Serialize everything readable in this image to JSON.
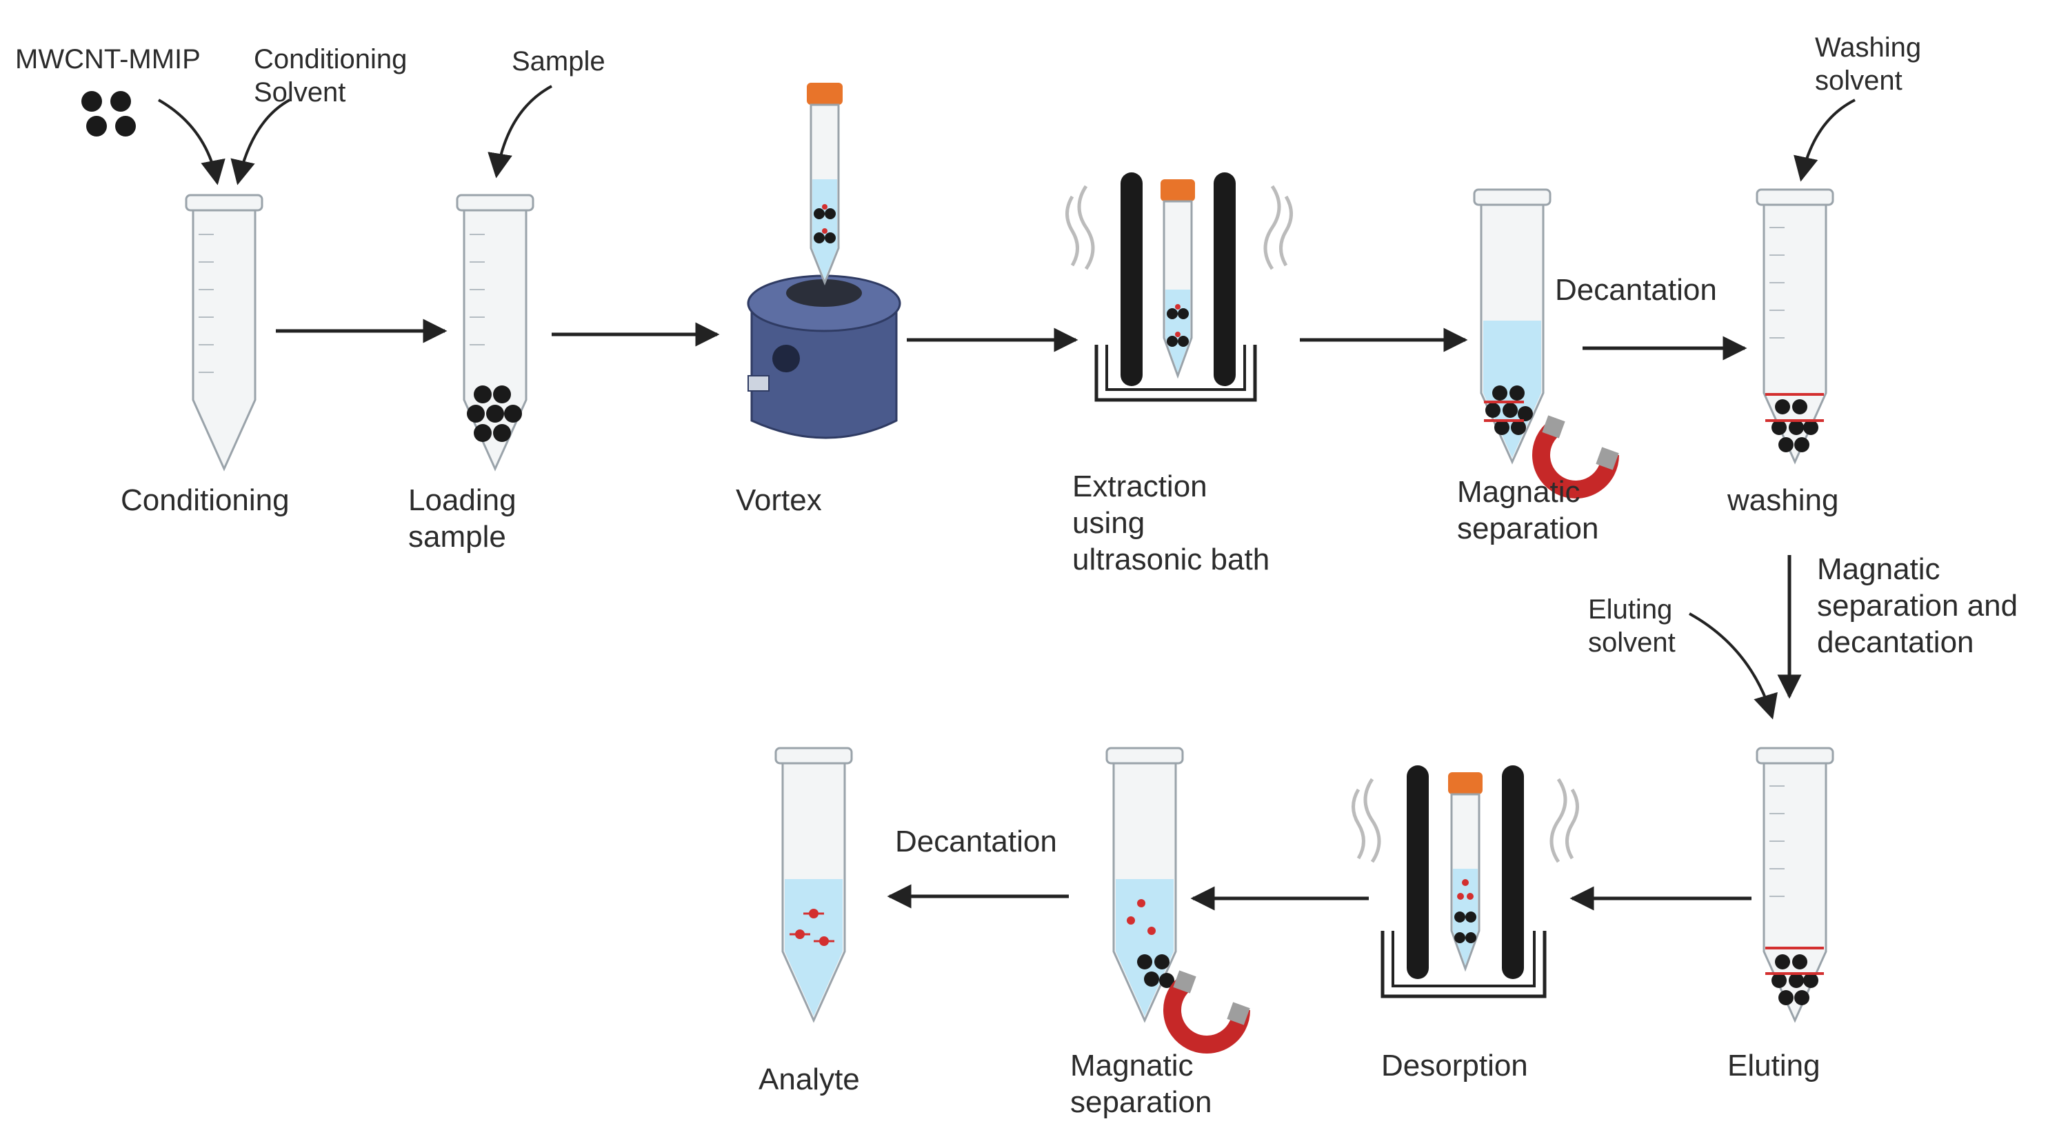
{
  "inputs": {
    "mwcnt_mmip": "MWCNT-MMIP",
    "conditioning_solvent": "Conditioning\nSolvent",
    "sample": "Sample",
    "washing_solvent": "Washing\nsolvent",
    "eluting_solvent": "Eluting\nsolvent"
  },
  "steps": {
    "conditioning": "Conditioning",
    "loading": "Loading\nsample",
    "vortex": "Vortex",
    "extraction": "Extraction\nusing\nultrasonic bath",
    "magnetic_sep_1": "Magnatic\nseparation",
    "washing": "washing",
    "eluting": "Eluting",
    "desorption": "Desorption",
    "magnetic_sep_2": "Magnatic\nseparation",
    "analyte": "Analyte"
  },
  "transitions": {
    "decantation_1": "Decantation",
    "sep_and_decant": "Magnatic\nseparation and\ndecantation",
    "decantation_2": "Decantation"
  },
  "colors": {
    "liquid": "#bfe6f7",
    "tube_outline": "#9aa3aa",
    "particle": "#1a1a1a",
    "analyte": "#d32f2f",
    "cap": "#e8742a",
    "vortex_body": "#4a5a8c",
    "magnet": "#c62828",
    "bath": "#222222"
  }
}
